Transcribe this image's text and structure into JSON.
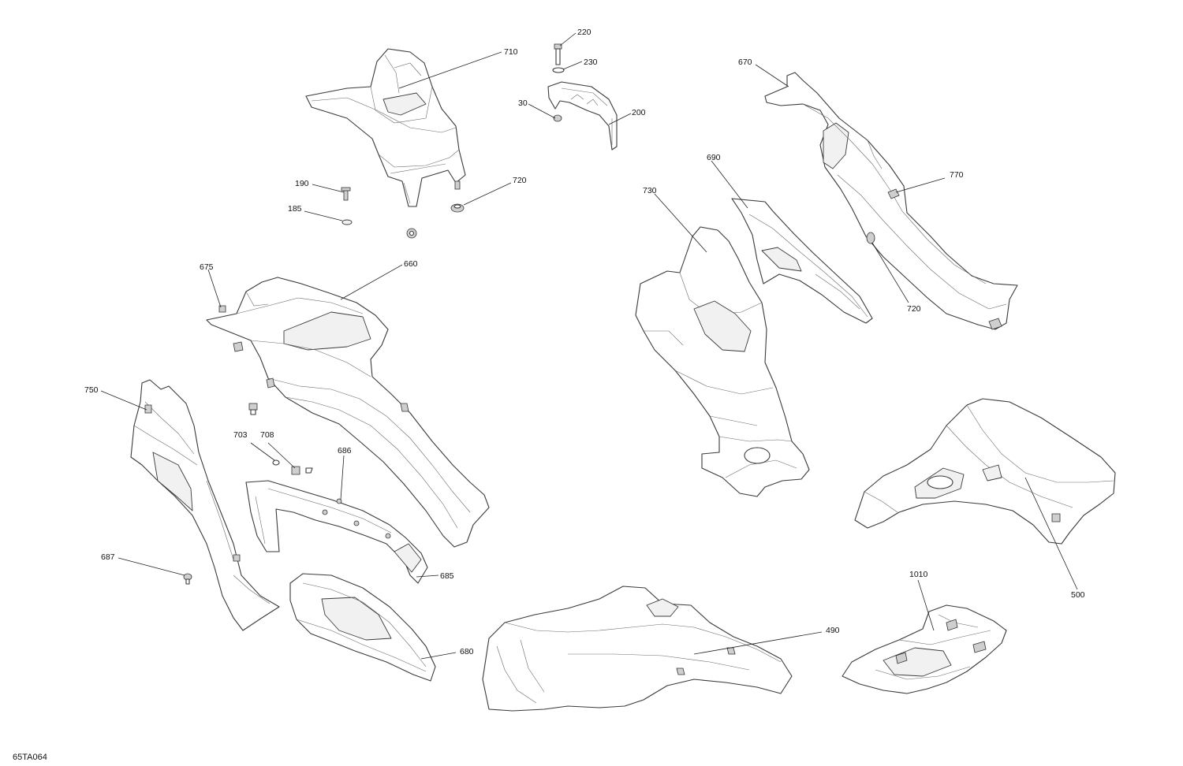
{
  "reference_code": "65TA064",
  "callouts": [
    {
      "id": "c220",
      "label": "220"
    },
    {
      "id": "c230",
      "label": "230"
    },
    {
      "id": "c710",
      "label": "710"
    },
    {
      "id": "c30",
      "label": "30"
    },
    {
      "id": "c200",
      "label": "200"
    },
    {
      "id": "c670",
      "label": "670"
    },
    {
      "id": "c690",
      "label": "690"
    },
    {
      "id": "c770",
      "label": "770"
    },
    {
      "id": "c730",
      "label": "730"
    },
    {
      "id": "c190",
      "label": "190"
    },
    {
      "id": "c720a",
      "label": "720"
    },
    {
      "id": "c185",
      "label": "185"
    },
    {
      "id": "c675",
      "label": "675"
    },
    {
      "id": "c660",
      "label": "660"
    },
    {
      "id": "c720b",
      "label": "720"
    },
    {
      "id": "c750",
      "label": "750"
    },
    {
      "id": "c703",
      "label": "703"
    },
    {
      "id": "c708",
      "label": "708"
    },
    {
      "id": "c686",
      "label": "686"
    },
    {
      "id": "c687",
      "label": "687"
    },
    {
      "id": "c685",
      "label": "685"
    },
    {
      "id": "c1010",
      "label": "1010"
    },
    {
      "id": "c500",
      "label": "500"
    },
    {
      "id": "c490",
      "label": "490"
    },
    {
      "id": "c680",
      "label": "680"
    }
  ]
}
